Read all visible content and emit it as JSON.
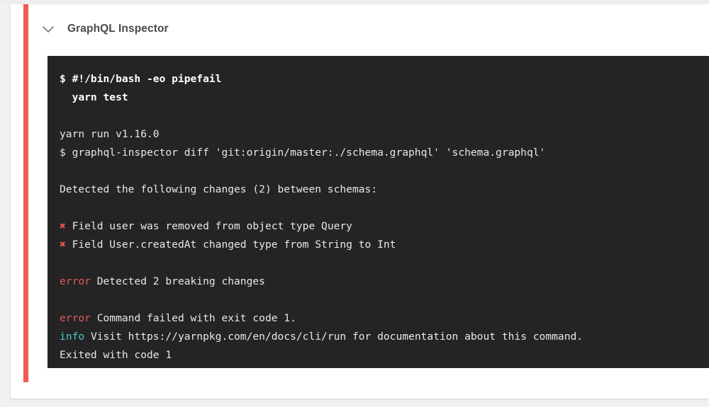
{
  "card": {
    "header": {
      "icon": "chevron-down-icon",
      "title": "GraphQL Inspector"
    },
    "accent_color": "#ef5b55"
  },
  "terminal": {
    "background": "#242424",
    "text_color": "#e8e8e6",
    "error_color": "#e05a5a",
    "info_color": "#4ec3d4",
    "mark_color": "#e8534f",
    "lines": [
      {
        "id": "cmd-shebang",
        "text": "$ #!/bin/bash -eo pipefail",
        "style": "bold"
      },
      {
        "id": "cmd-yarn-test",
        "text": "  yarn test",
        "style": "bold"
      },
      {
        "id": "spacer-1",
        "text": "",
        "style": "blank"
      },
      {
        "id": "yarn-version",
        "text": "yarn run v1.16.0",
        "style": "plain"
      },
      {
        "id": "cmd-inspector-diff",
        "text": "$ graphql-inspector diff 'git:origin/master:./schema.graphql' 'schema.graphql'",
        "style": "plain"
      },
      {
        "id": "spacer-2",
        "text": "",
        "style": "blank"
      },
      {
        "id": "detected-changes",
        "text": "Detected the following changes (2) between schemas:",
        "style": "plain"
      },
      {
        "id": "spacer-3",
        "text": "",
        "style": "blank"
      },
      {
        "id": "change-1",
        "mark": "✖",
        "text": " Field user was removed from object type Query",
        "style": "marked"
      },
      {
        "id": "change-2",
        "mark": "✖",
        "text": " Field User.createdAt changed type from String to Int",
        "style": "marked"
      },
      {
        "id": "spacer-4",
        "text": "",
        "style": "blank"
      },
      {
        "id": "error-breaking",
        "tag": "error",
        "tag_kind": "error",
        "text": " Detected 2 breaking changes",
        "style": "tagged"
      },
      {
        "id": "spacer-5",
        "text": "",
        "style": "blank"
      },
      {
        "id": "error-exit",
        "tag": "error",
        "tag_kind": "error",
        "text": " Command failed with exit code 1.",
        "style": "tagged"
      },
      {
        "id": "info-visit",
        "tag": "info",
        "tag_kind": "info",
        "text": " Visit https://yarnpkg.com/en/docs/cli/run for documentation about this command.",
        "style": "tagged"
      },
      {
        "id": "exited",
        "text": "Exited with code 1",
        "style": "plain"
      }
    ]
  }
}
